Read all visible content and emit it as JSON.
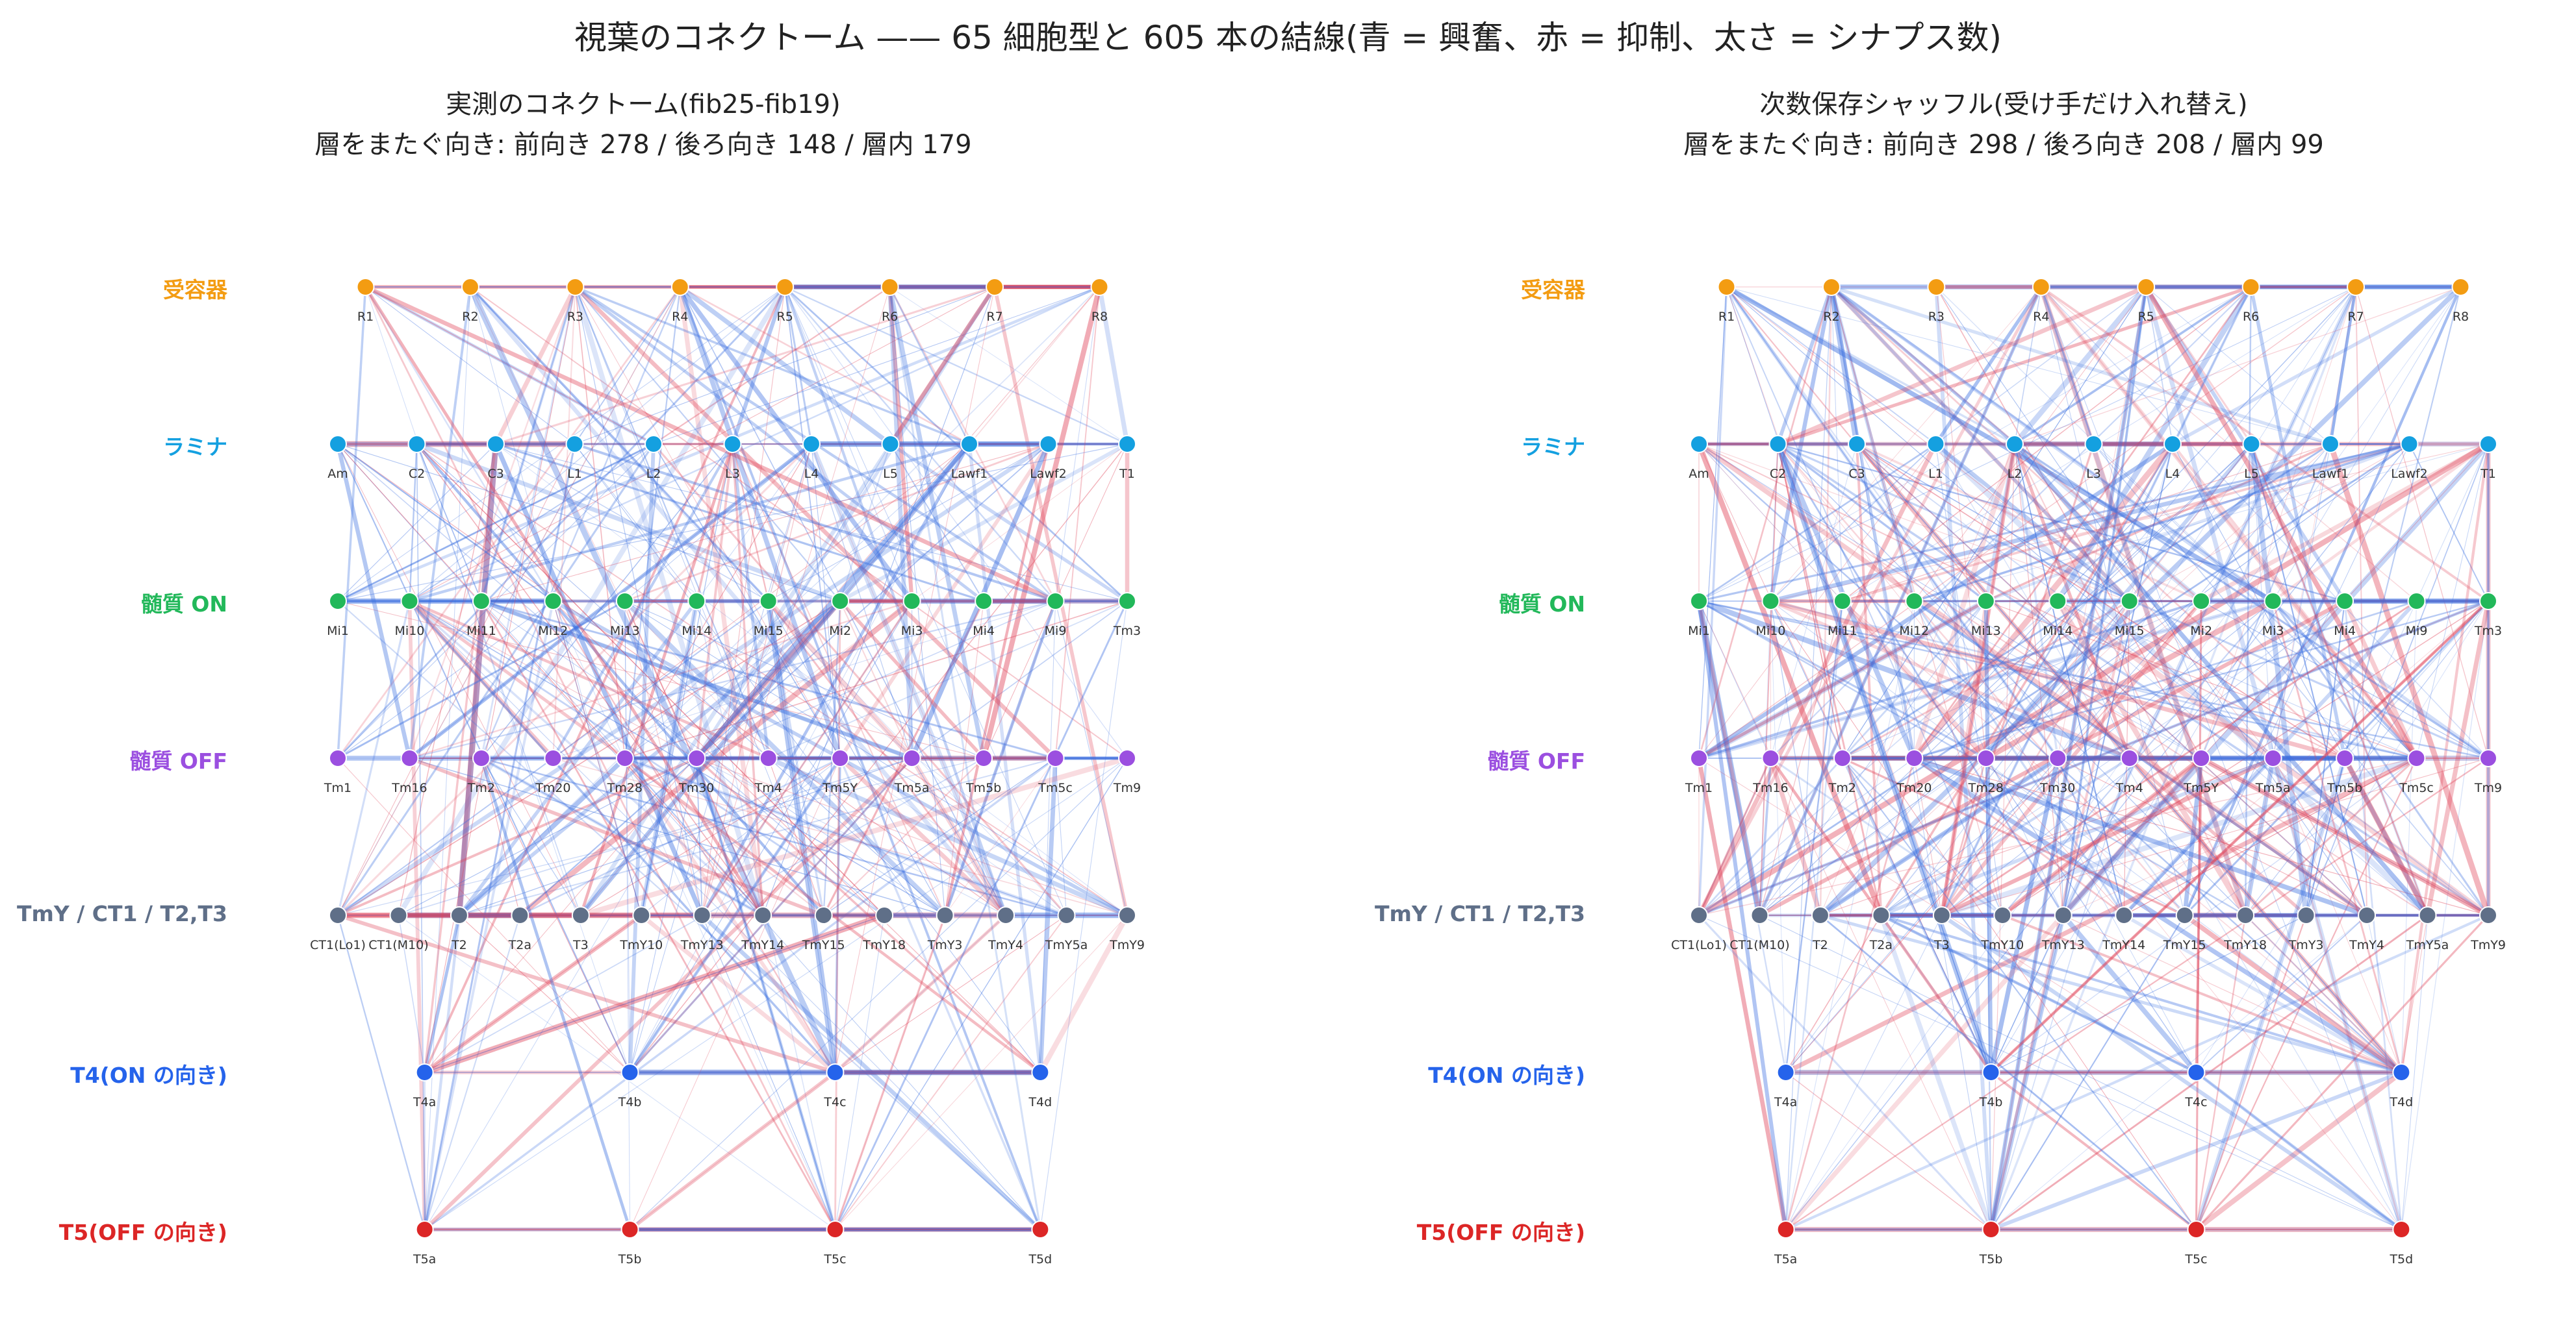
{
  "title": "視葉のコネクトーム —— 65 細胞型と 605 本の結線(青 = 興奮、赤 = 抑制、太さ = シナプス数)",
  "panels": [
    {
      "id": "observed",
      "title_line1": "実測のコネクトーム(fib25-fib19)",
      "title_line2": "層をまたぐ向き: 前向き 278 / 後ろ向き 148 / 層内 179"
    },
    {
      "id": "shuffled",
      "title_line1": "次数保存シャッフル(受け手だけ入れ替え)",
      "title_line2": "層をまたぐ向き: 前向き 298 / 後ろ向き 208 / 層内 99"
    }
  ],
  "layers": [
    {
      "label": "受容器",
      "color": "#f39c12",
      "nodes": [
        "R1",
        "R2",
        "R3",
        "R4",
        "R5",
        "R6",
        "R7",
        "R8"
      ]
    },
    {
      "label": "ラミナ",
      "color": "#14a0e0",
      "nodes": [
        "Am",
        "C2",
        "C3",
        "L1",
        "L2",
        "L3",
        "L4",
        "L5",
        "Lawf1",
        "Lawf2",
        "T1"
      ]
    },
    {
      "label": "髄質 ON",
      "color": "#22b85a",
      "nodes": [
        "Mi1",
        "Mi10",
        "Mi11",
        "Mi12",
        "Mi13",
        "Mi14",
        "Mi15",
        "Mi2",
        "Mi3",
        "Mi4",
        "Mi9",
        "Tm3"
      ]
    },
    {
      "label": "髄質 OFF",
      "color": "#9b4fe0",
      "nodes": [
        "Tm1",
        "Tm16",
        "Tm2",
        "Tm20",
        "Tm28",
        "Tm30",
        "Tm4",
        "Tm5Y",
        "Tm5a",
        "Tm5b",
        "Tm5c",
        "Tm9"
      ]
    },
    {
      "label": "TmY / CT1 / T2,T3",
      "color": "#5f6f88",
      "nodes": [
        "CT1(Lo1)",
        "CT1(M10)",
        "T2",
        "T2a",
        "T3",
        "TmY10",
        "TmY13",
        "TmY14",
        "TmY15",
        "TmY18",
        "TmY3",
        "TmY4",
        "TmY5a",
        "TmY9"
      ]
    },
    {
      "label": "T4(ON の向き)",
      "color": "#2563eb",
      "nodes": [
        "T4a",
        "T4b",
        "T4c",
        "T4d"
      ]
    },
    {
      "label": "T5(OFF の向き)",
      "color": "#dc2626",
      "nodes": [
        "T5a",
        "T5b",
        "T5c",
        "T5d"
      ]
    }
  ],
  "colors": {
    "excitatory": "#3b6fe0",
    "inhibitory": "#e0455a",
    "background": "#ffffff"
  }
}
